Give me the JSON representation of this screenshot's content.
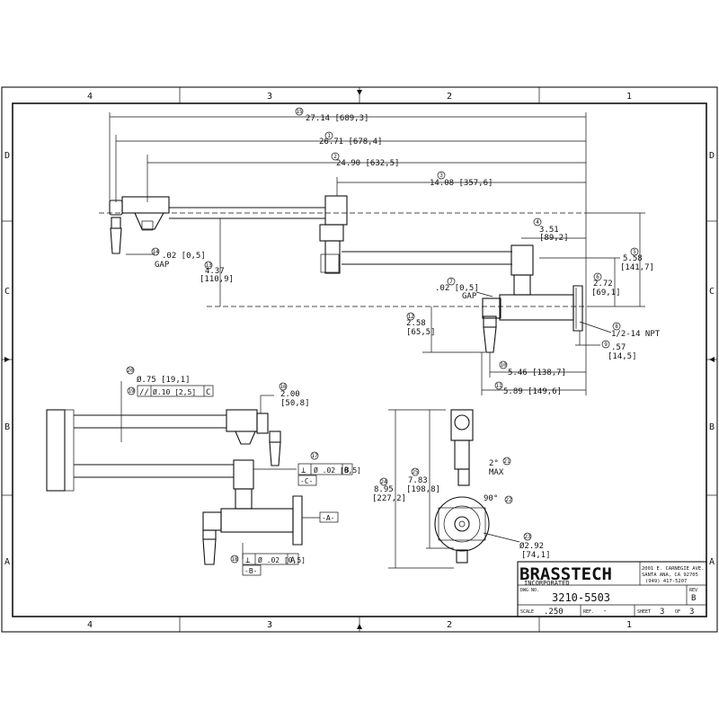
{
  "zones": {
    "cols": [
      "4",
      "3",
      "2",
      "1"
    ],
    "rows": [
      "D",
      "C",
      "B",
      "A"
    ]
  },
  "dimensions": {
    "d15": {
      "bubble": "15",
      "text": "27.14 [689,3]"
    },
    "d1": {
      "bubble": "1",
      "text": "26.71 [678,4]"
    },
    "d2": {
      "bubble": "2",
      "text": "24.90 [632,5]"
    },
    "d3": {
      "bubble": "3",
      "text": "14.08 [357,6]"
    },
    "d4": {
      "bubble": "4",
      "text1": "3.51",
      "text2": "[89,2]"
    },
    "d5": {
      "bubble": "5",
      "text1": "5.58",
      "text2": "[141,7]"
    },
    "d6": {
      "bubble": "6",
      "text1": "2.72",
      "text2": "[69,1]"
    },
    "d7": {
      "bubble": "7",
      "text1": ".02 [0,5]",
      "text2": "GAP"
    },
    "d8": {
      "bubble": "8",
      "text": "1/2-14 NPT"
    },
    "d9": {
      "bubble": "9",
      "text1": ".57",
      "text2": "[14,5]"
    },
    "d10": {
      "bubble": "10",
      "text": "5.46 [138,7]"
    },
    "d11": {
      "bubble": "11",
      "text": "5.89 [149,6]"
    },
    "d12": {
      "bubble": "12",
      "text1": "2.58",
      "text2": "[65,5]"
    },
    "d13": {
      "bubble": "13",
      "text1": "4.37",
      "text2": "[110,9]"
    },
    "d14": {
      "bubble": "14",
      "text1": ".02 [0,5]",
      "text2": "GAP"
    },
    "d16": {
      "bubble": "16",
      "text1": "2.00",
      "text2": "[50,8]"
    },
    "d17": {
      "bubble": "17",
      "fcf": [
        "⊥",
        "Ø .02 [0,5]",
        "B"
      ],
      "datum": "-C-"
    },
    "d18": {
      "bubble": "18",
      "fcf": [
        "⊥",
        "Ø .02 [0,5]",
        "A"
      ],
      "datum": "-B-"
    },
    "d19": {
      "bubble": "19",
      "fcf": [
        "//",
        "Ø.10 [2,5]",
        "C"
      ]
    },
    "d20": {
      "bubble": "20",
      "text": "Ø.75 [19,1]"
    },
    "d21": {
      "bubble": "21",
      "text1": "2°",
      "text2": "MAX"
    },
    "d22": {
      "bubble": "22",
      "text": "90°"
    },
    "d23": {
      "bubble": "23",
      "text1": "Ø2.92",
      "text2": "[74,1]"
    },
    "d24": {
      "bubble": "24",
      "text1": "8.95",
      "text2": "[227,2]"
    },
    "d25": {
      "bubble": "25",
      "text1": "7.83",
      "text2": "[198,8]"
    },
    "datumA": "-A-"
  },
  "title_block": {
    "company": "BRASSTECH",
    "company_sub": "INCORPORATED",
    "address1": "2001 E. CARNEGIE AVE.",
    "address2": "SANTA ANA, CA 92705",
    "phone": "(949) 417-5207",
    "dwg_no_label": "DWG NO.",
    "dwg_no": "3210-5503",
    "rev_label": "REV",
    "rev": "B",
    "scale_label": "SCALE",
    "scale": ".250",
    "ref_label": "REF.",
    "ref": "-",
    "sheet_label": "SHEET",
    "sheet": "3",
    "of_label": "OF",
    "sheets": "3"
  }
}
